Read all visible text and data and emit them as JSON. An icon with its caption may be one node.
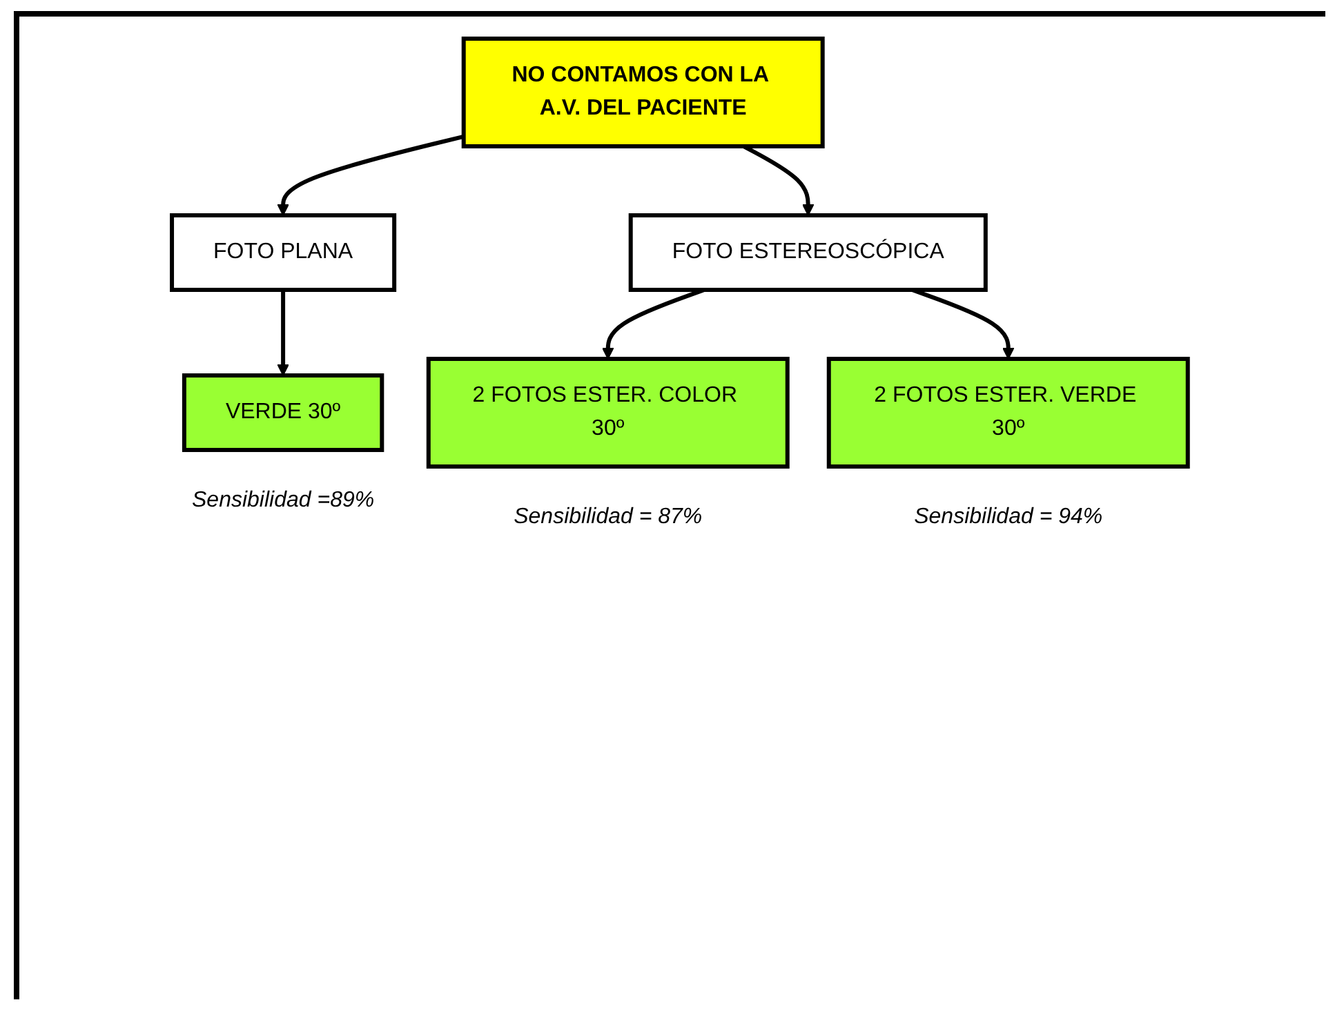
{
  "diagram": {
    "nodes": [
      {
        "text": [
          "NO CONTAMOS CON LA A.V. DEL PACIENTE"
        ]
      },
      {
        "text": [
          "FOTO PLANA"
        ]
      },
      {
        "text": [
          "FOTO ESTEREOSCÓPICA"
        ]
      },
      {
        "text": [
          "VERDE 30º"
        ],
        "beside": [
          "Sensibilidad =89%"
        ]
      },
      {
        "text": [
          "2 FOTOS ESTER. COLOR 30º"
        ],
        "beside": [
          "Sensibilidad = 87%"
        ]
      },
      {
        "text": [
          "2 FOTOS ESTER. VERDE 30º"
        ],
        "beside": [
          "Sensibilidad = 94%"
        ]
      }
    ],
    "edges": [
      {
        "from": 0,
        "to": 1,
        "arrow": "to"
      },
      {
        "from": 0,
        "to": 2,
        "arrow": "to"
      },
      {
        "from": 1,
        "to": 3,
        "arrow": "to"
      },
      {
        "from": 2,
        "to": 4,
        "arrow": "to"
      },
      {
        "from": 2,
        "to": 5,
        "arrow": "to"
      }
    ]
  }
}
